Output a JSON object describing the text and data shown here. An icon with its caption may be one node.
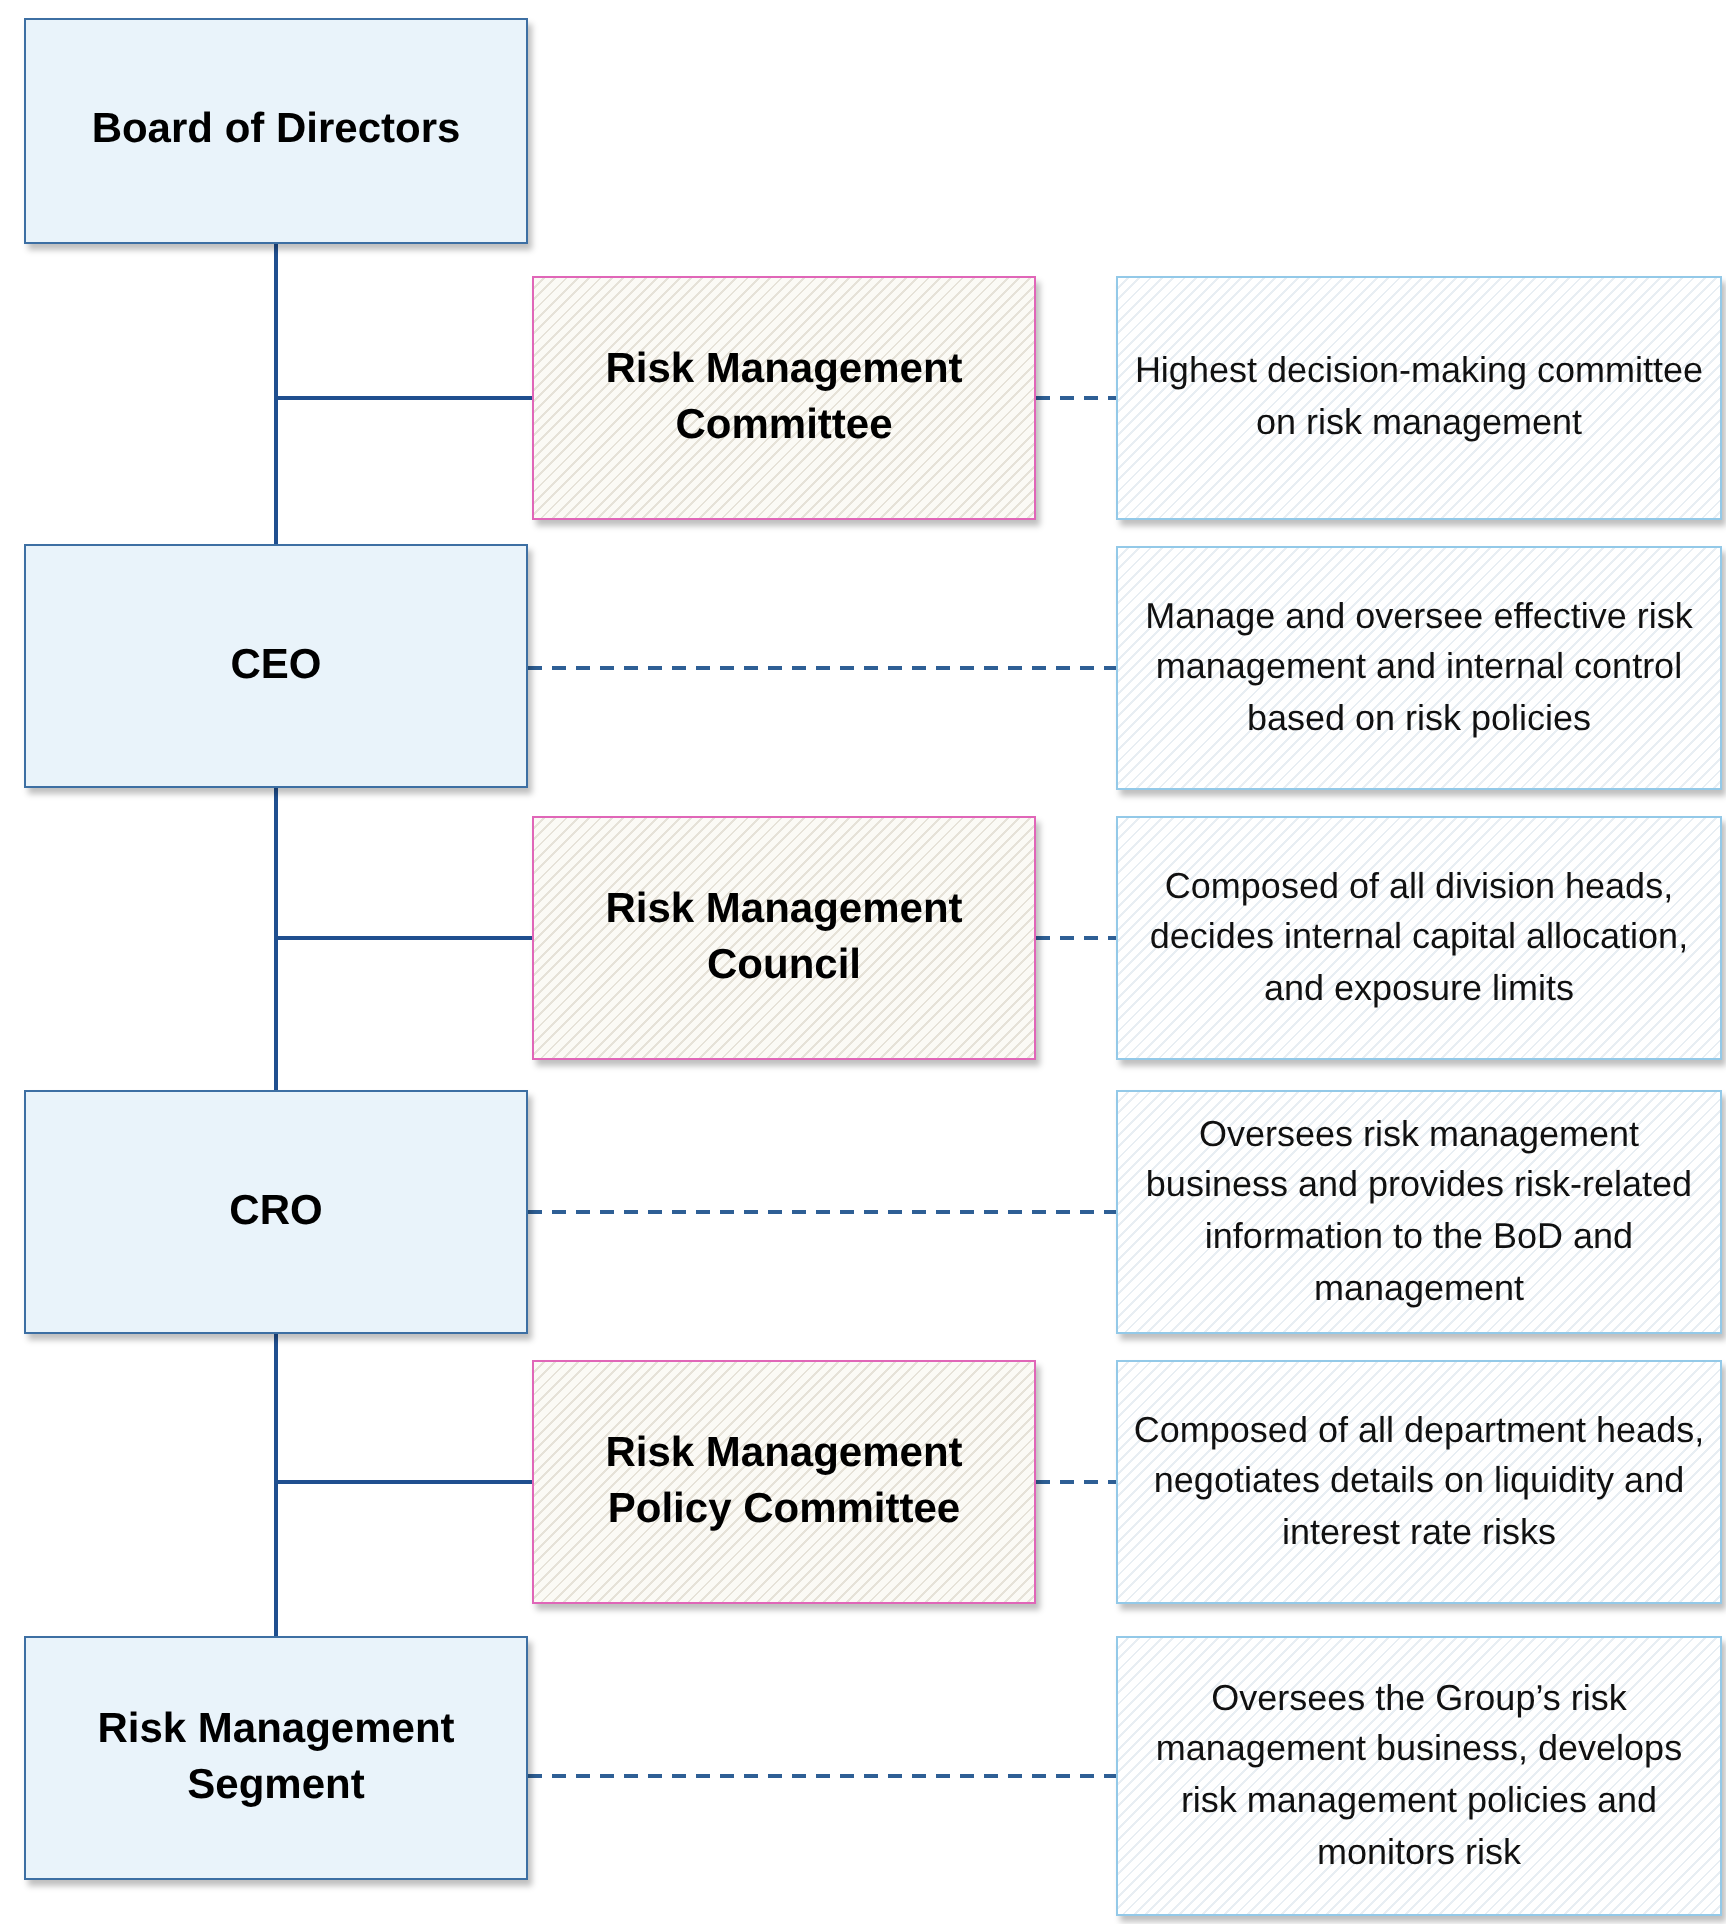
{
  "diagram": {
    "nodes": [
      {
        "text": [
          "Board of Directors"
        ]
      },
      {
        "text": [
          "Risk Management Committee"
        ]
      },
      {
        "text": [
          "Highest decision-making committee on risk management"
        ]
      },
      {
        "text": [
          "CEO"
        ]
      },
      {
        "text": [
          "Manage and oversee effective risk management and internal control based on risk policies"
        ]
      },
      {
        "text": [
          "Risk Management Council"
        ]
      },
      {
        "text": [
          "Composed of all division heads, decides internal capital allocation, and exposure limits"
        ]
      },
      {
        "text": [
          "CRO"
        ]
      },
      {
        "text": [
          "Oversees risk management business and provides risk-related information to the BoD and management"
        ]
      },
      {
        "text": [
          "Risk Management Policy Committee"
        ]
      },
      {
        "text": [
          "Composed of all department heads, negotiates details on liquidity and interest rate risks"
        ]
      },
      {
        "text": [
          "Risk Management Segment"
        ]
      },
      {
        "text": [
          "Oversees the Group’s risk management business, develops risk management policies and monitors risk"
        ]
      }
    ],
    "edges": [
      {
        "from": 0,
        "to": 3,
        "arrow": "none"
      },
      {
        "from": 0,
        "to": 1,
        "arrow": "none"
      },
      {
        "from": 3,
        "to": 7,
        "arrow": "none"
      },
      {
        "from": 3,
        "to": 5,
        "arrow": "none"
      },
      {
        "from": 7,
        "to": 11,
        "arrow": "none"
      },
      {
        "from": 7,
        "to": 9,
        "arrow": "none"
      },
      {
        "from": 1,
        "to": 2,
        "arrow": "none",
        "style": "dashed"
      },
      {
        "from": 3,
        "to": 4,
        "arrow": "none",
        "style": "dashed"
      },
      {
        "from": 5,
        "to": 6,
        "arrow": "none",
        "style": "dashed"
      },
      {
        "from": 7,
        "to": 8,
        "arrow": "none",
        "style": "dashed"
      },
      {
        "from": 9,
        "to": 10,
        "arrow": "none",
        "style": "dashed"
      },
      {
        "from": 11,
        "to": 12,
        "arrow": "none",
        "style": "dashed"
      }
    ]
  }
}
